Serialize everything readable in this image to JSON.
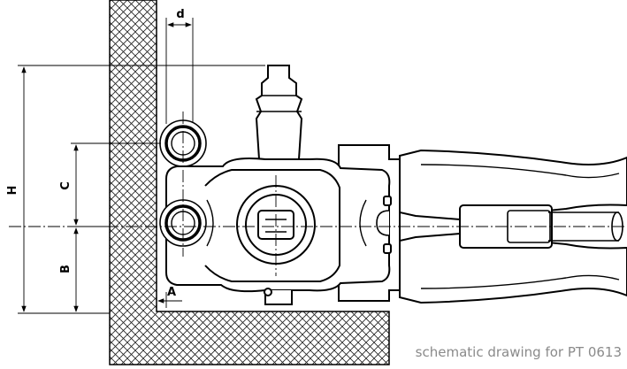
{
  "caption": "schematic drawing for PT 0613",
  "dimensions": {
    "H": "H",
    "C": "C",
    "B": "B",
    "A": "A",
    "d": "d"
  }
}
